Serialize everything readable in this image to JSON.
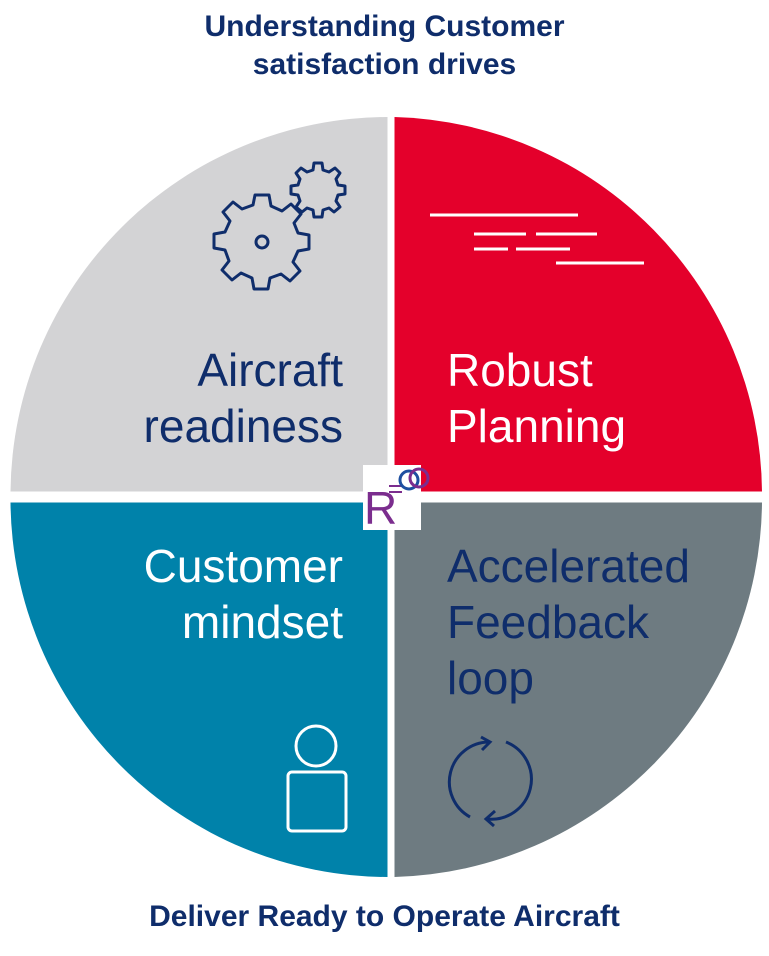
{
  "title_line1": "Understanding Customer",
  "title_line2": "satisfaction drives",
  "footer": "Deliver Ready to Operate Aircraft",
  "quadrants": {
    "top_left": {
      "line1": "Aircraft",
      "line2": "readiness",
      "color": "#d3d3d5",
      "text_color": "#0f2d6b",
      "icon": "gears-icon"
    },
    "top_right": {
      "line1": "Robust",
      "line2": "Planning",
      "color": "#e4002b",
      "text_color": "#ffffff",
      "icon": "planning-lines-icon"
    },
    "bottom_left": {
      "line1": "Customer",
      "line2": "mindset",
      "color": "#0082aa",
      "text_color": "#ffffff",
      "icon": "person-icon"
    },
    "bottom_right": {
      "line1": "Accelerated",
      "line2": "Feedback",
      "line3": "loop",
      "color": "#6e7b81",
      "text_color": "#0f2d6b",
      "icon": "refresh-cycle-icon"
    }
  },
  "center_logo": {
    "letter": "R",
    "icon": "rpo-logo"
  }
}
